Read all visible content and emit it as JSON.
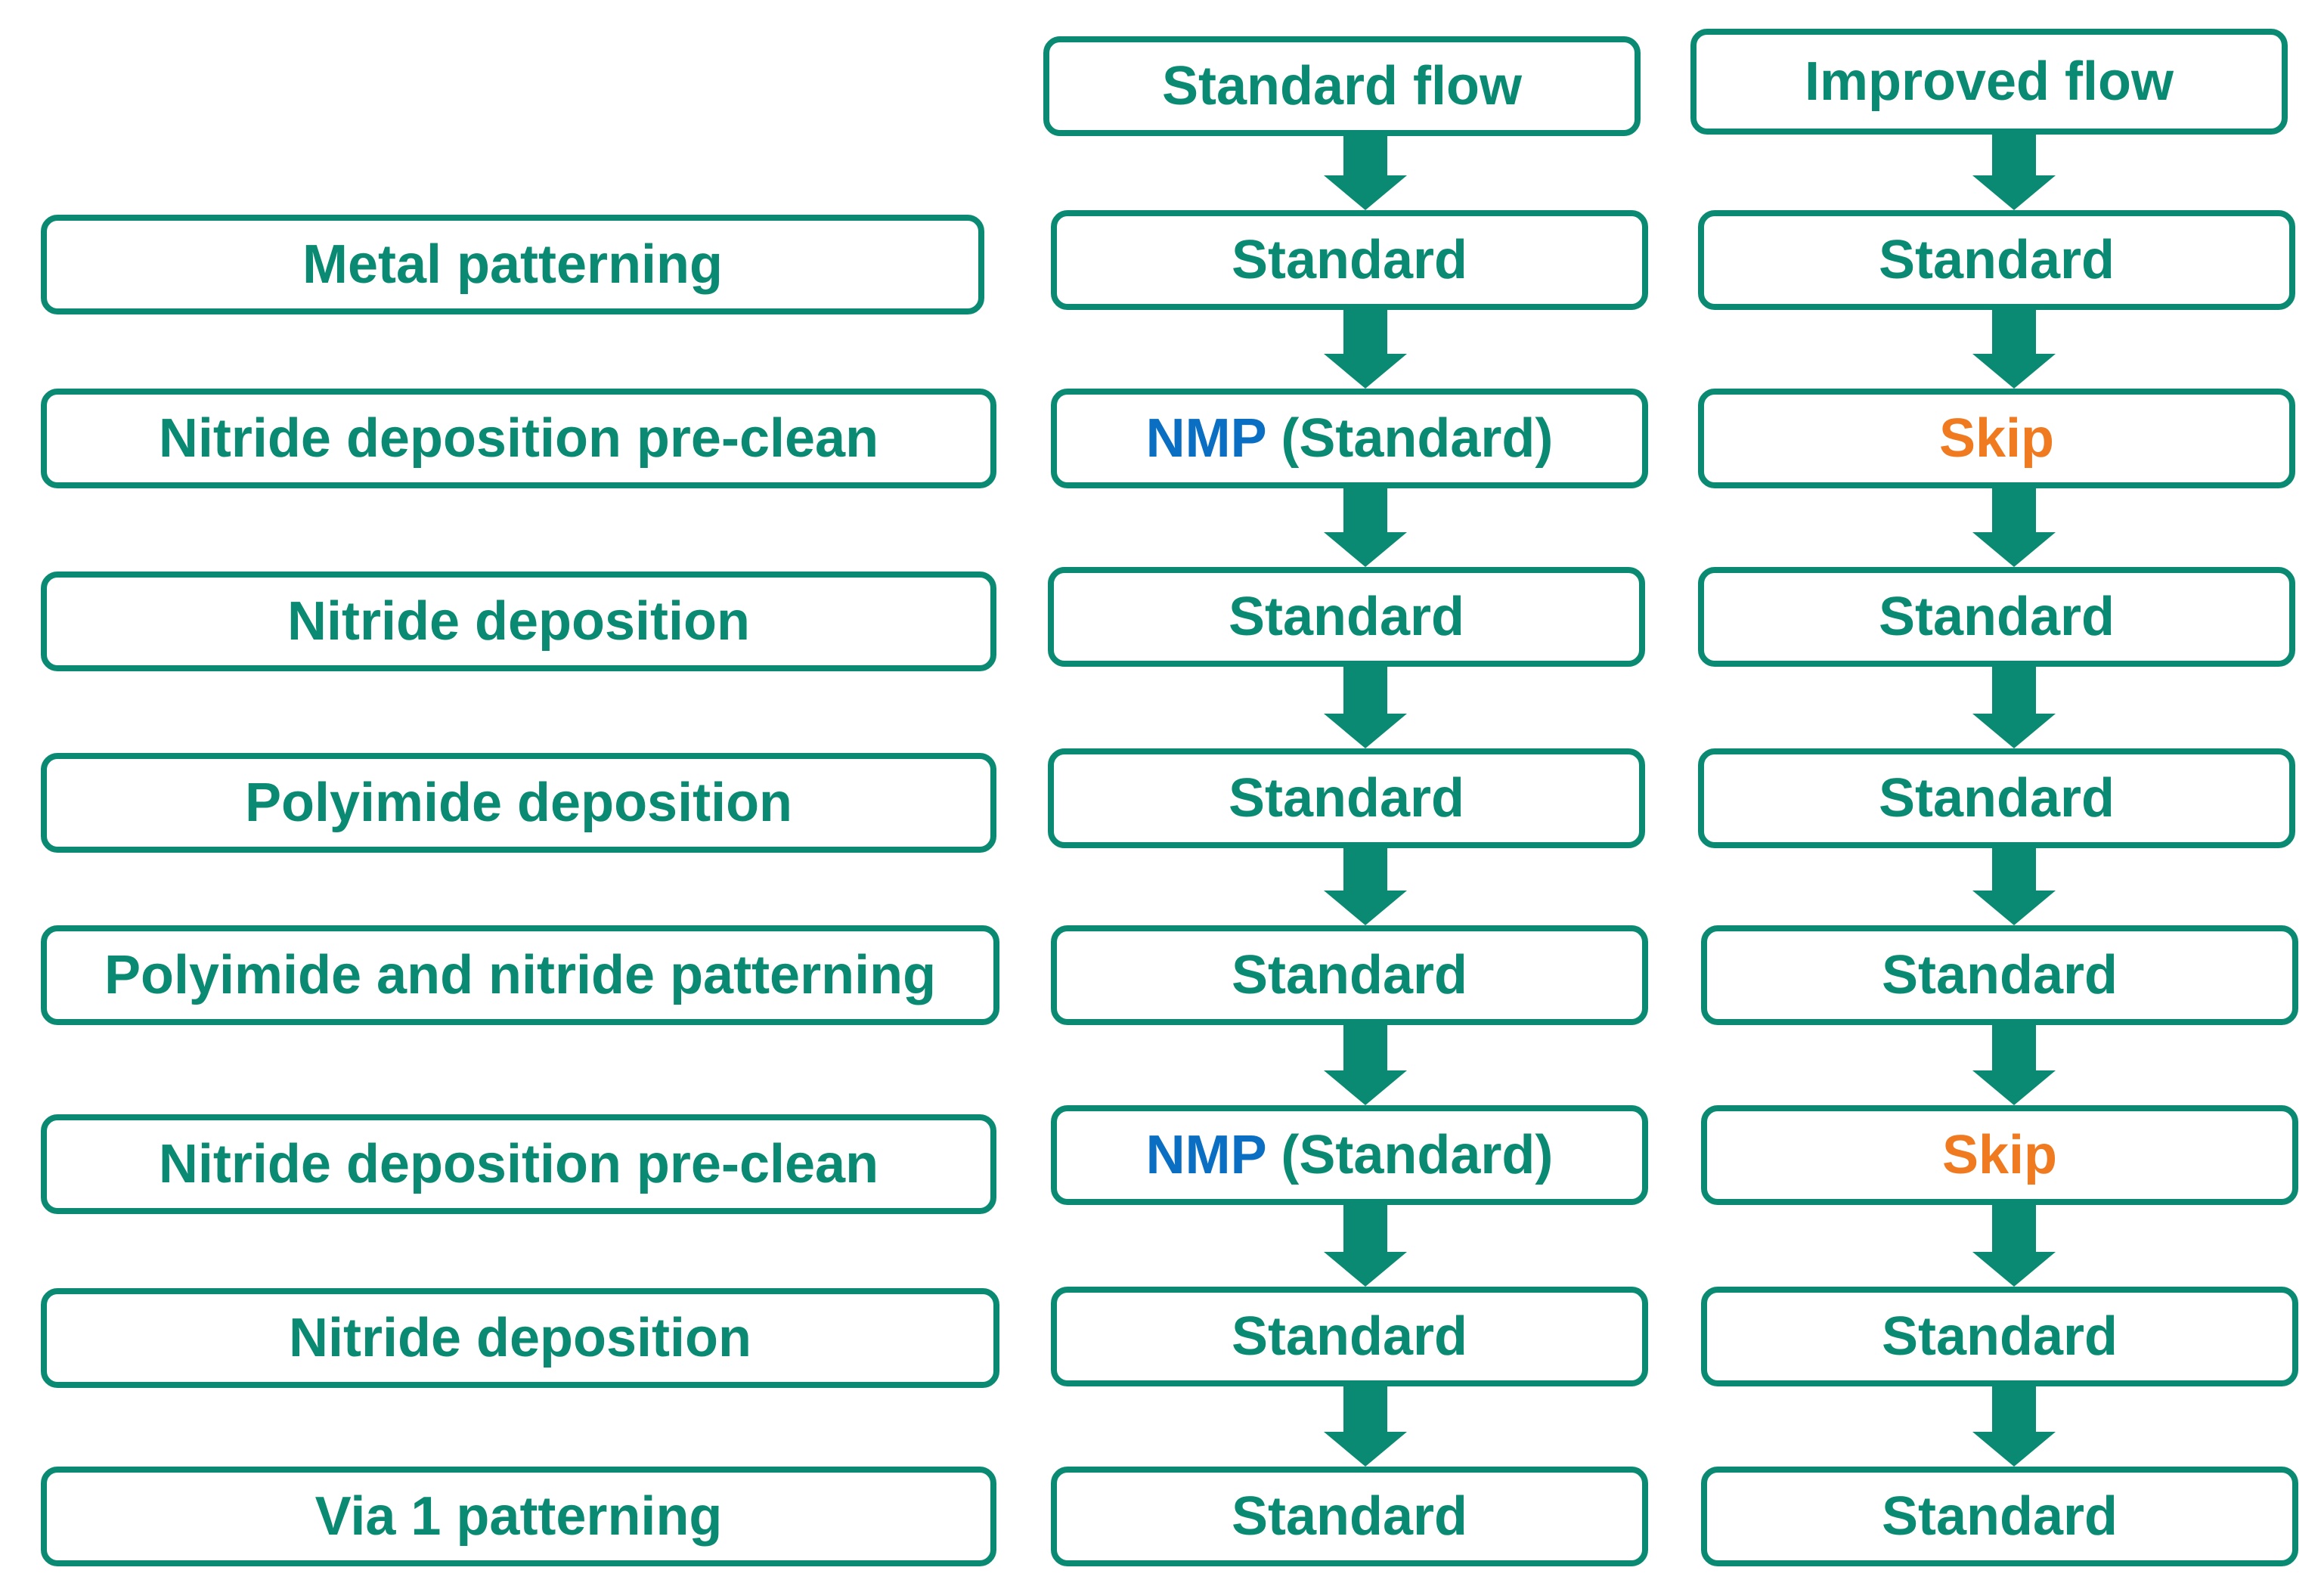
{
  "colors": {
    "primary": "#0a8a72",
    "nmp": "#0a6fc2",
    "skip": "#f07a20"
  },
  "headers": {
    "standard": "Standard flow",
    "improved": "Improved flow"
  },
  "steps": [
    {
      "label": "Metal patterning",
      "standard": {
        "text": "Standard"
      },
      "improved": {
        "text": "Standard"
      }
    },
    {
      "label": "Nitride deposition pre-clean",
      "standard": {
        "nmp": "NMP",
        "rest": " (Standard)"
      },
      "improved": {
        "text": "Skip"
      }
    },
    {
      "label": "Nitride deposition",
      "standard": {
        "text": "Standard"
      },
      "improved": {
        "text": "Standard"
      }
    },
    {
      "label": "Polyimide deposition",
      "standard": {
        "text": "Standard"
      },
      "improved": {
        "text": "Standard"
      }
    },
    {
      "label": "Polyimide and nitride patterning",
      "standard": {
        "text": "Standard"
      },
      "improved": {
        "text": "Standard"
      }
    },
    {
      "label": "Nitride deposition pre-clean",
      "standard": {
        "nmp": "NMP",
        "rest": " (Standard)"
      },
      "improved": {
        "text": "Skip"
      }
    },
    {
      "label": "Nitride deposition",
      "standard": {
        "text": "Standard"
      },
      "improved": {
        "text": "Standard"
      }
    },
    {
      "label": "Via 1 patterning",
      "standard": {
        "text": "Standard"
      },
      "improved": {
        "text": "Standard"
      }
    }
  ]
}
